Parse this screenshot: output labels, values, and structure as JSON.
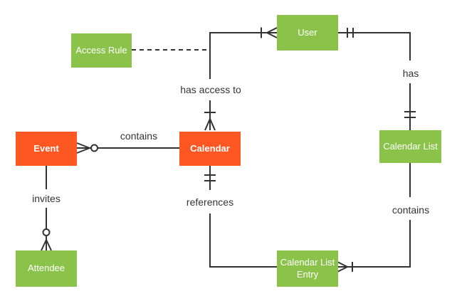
{
  "diagram": {
    "type": "entity-relationship",
    "background_color": "#ffffff",
    "line_color": "#333333",
    "label_text_color": "#333333",
    "entity_text_color": "#ffffff",
    "entity_colors": {
      "green": "#8bc34a",
      "orange": "#ff5722"
    },
    "entities": [
      {
        "id": "access-rule",
        "label": "Access Rule",
        "color": "green"
      },
      {
        "id": "user",
        "label": "User",
        "color": "green"
      },
      {
        "id": "event",
        "label": "Event",
        "color": "orange"
      },
      {
        "id": "calendar",
        "label": "Calendar",
        "color": "orange"
      },
      {
        "id": "calendar-list",
        "label": "Calendar List",
        "color": "green"
      },
      {
        "id": "calendar-list-entry",
        "label": "Calendar List Entry",
        "color": "green"
      },
      {
        "id": "attendee",
        "label": "Attendee",
        "color": "green"
      }
    ],
    "labels": [
      {
        "text": "contains"
      },
      {
        "text": "has access to"
      },
      {
        "text": "has"
      },
      {
        "text": "invites"
      },
      {
        "text": "references"
      },
      {
        "text": "contains"
      }
    ],
    "relationships": [
      {
        "from": "Event",
        "to": "Calendar",
        "label": "contains",
        "from_marker": "zero-or-many",
        "to_marker": "none",
        "style": "solid"
      },
      {
        "from": "Calendar",
        "to": "User",
        "label": "has access to",
        "from_marker": "one-or-many",
        "to_marker": "one-or-many",
        "style": "solid"
      },
      {
        "from": "User",
        "to": "Calendar List",
        "label": "has",
        "from_marker": "exactly-one",
        "to_marker": "exactly-one",
        "style": "solid"
      },
      {
        "from": "Calendar List",
        "to": "Calendar List Entry",
        "label": "contains",
        "from_marker": "none",
        "to_marker": "one-or-many",
        "style": "solid"
      },
      {
        "from": "Calendar",
        "to": "Calendar List Entry",
        "label": "references",
        "from_marker": "exactly-one",
        "to_marker": "none",
        "style": "solid"
      },
      {
        "from": "Event",
        "to": "Attendee",
        "label": "invites",
        "from_marker": "none",
        "to_marker": "zero-or-many",
        "style": "solid"
      },
      {
        "from": "Access Rule",
        "to": "has access to relationship",
        "label": "",
        "from_marker": "none",
        "to_marker": "none",
        "style": "dashed"
      }
    ]
  }
}
